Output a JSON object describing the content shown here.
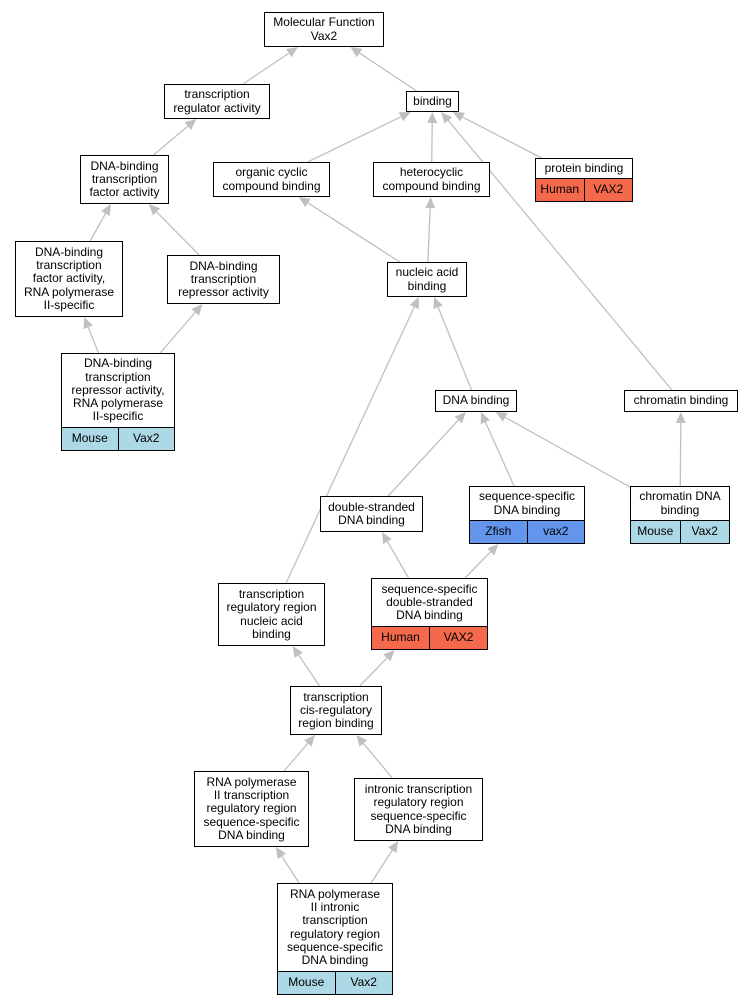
{
  "colors": {
    "edge": "#c0c0c0",
    "human": "#f4694c",
    "mouse": "#add8e6",
    "zfish": "#6495ed"
  },
  "nodes": {
    "mf": {
      "label": "Molecular Function\nVax2"
    },
    "tra": {
      "label": "transcription\nregulator activity"
    },
    "binding": {
      "label": "binding"
    },
    "dbtfa": {
      "label": "DNA-binding\ntranscription\nfactor activity"
    },
    "ocb": {
      "label": "organic cyclic\ncompound binding"
    },
    "hcb": {
      "label": "heterocyclic\ncompound binding"
    },
    "pb": {
      "label": "protein binding",
      "tags": [
        {
          "species": "Human",
          "gene": "VAX2",
          "color": "human"
        }
      ]
    },
    "dbtfa_pol2": {
      "label": "DNA-binding\ntranscription\nfactor activity,\nRNA polymerase\nII-specific"
    },
    "dbtra": {
      "label": "DNA-binding\ntranscription\nrepressor activity"
    },
    "nab": {
      "label": "nucleic acid\nbinding"
    },
    "dbtra_pol2": {
      "label": "DNA-binding\ntranscription\nrepressor activity,\nRNA polymerase\nII-specific",
      "tags": [
        {
          "species": "Mouse",
          "gene": "Vax2",
          "color": "mouse"
        }
      ]
    },
    "dnab": {
      "label": "DNA binding"
    },
    "chrb": {
      "label": "chromatin binding"
    },
    "dsdb": {
      "label": "double-stranded\nDNA binding"
    },
    "ssdb": {
      "label": "sequence-specific\nDNA binding",
      "tags": [
        {
          "species": "Zfish",
          "gene": "vax2",
          "color": "zfish"
        }
      ]
    },
    "chrdnab": {
      "label": "chromatin DNA\nbinding",
      "tags": [
        {
          "species": "Mouse",
          "gene": "Vax2",
          "color": "mouse"
        }
      ]
    },
    "trrnab": {
      "label": "transcription\nregulatory region\nnucleic acid\nbinding"
    },
    "ssdsdb": {
      "label": "sequence-specific\ndouble-stranded\nDNA binding",
      "tags": [
        {
          "species": "Human",
          "gene": "VAX2",
          "color": "human"
        }
      ]
    },
    "tcrrb": {
      "label": "transcription\ncis-regulatory\nregion binding"
    },
    "rp2trr": {
      "label": "RNA polymerase\nII transcription\nregulatory region\nsequence-specific\nDNA binding"
    },
    "itrr": {
      "label": "intronic transcription\nregulatory region\nsequence-specific\nDNA binding"
    },
    "rp2itrr": {
      "label": "RNA polymerase\nII intronic\ntranscription\nregulatory region\nsequence-specific\nDNA binding",
      "tags": [
        {
          "species": "Mouse",
          "gene": "Vax2",
          "color": "mouse"
        }
      ]
    }
  },
  "edges": [
    [
      "tra",
      "mf"
    ],
    [
      "binding",
      "mf"
    ],
    [
      "dbtfa",
      "tra"
    ],
    [
      "ocb",
      "binding"
    ],
    [
      "hcb",
      "binding"
    ],
    [
      "pb",
      "binding"
    ],
    [
      "chrb",
      "binding"
    ],
    [
      "dbtfa_pol2",
      "dbtfa"
    ],
    [
      "dbtra",
      "dbtfa"
    ],
    [
      "dbtra_pol2",
      "dbtfa_pol2"
    ],
    [
      "dbtra_pol2",
      "dbtra"
    ],
    [
      "nab",
      "ocb"
    ],
    [
      "nab",
      "hcb"
    ],
    [
      "dnab",
      "nab"
    ],
    [
      "trrnab",
      "nab"
    ],
    [
      "dsdb",
      "dnab"
    ],
    [
      "ssdb",
      "dnab"
    ],
    [
      "chrdnab",
      "dnab"
    ],
    [
      "chrdnab",
      "chrb"
    ],
    [
      "ssdsdb",
      "dsdb"
    ],
    [
      "ssdsdb",
      "ssdb"
    ],
    [
      "tcrrb",
      "trrnab"
    ],
    [
      "tcrrb",
      "ssdsdb"
    ],
    [
      "rp2trr",
      "tcrrb"
    ],
    [
      "itrr",
      "tcrrb"
    ],
    [
      "rp2itrr",
      "rp2trr"
    ],
    [
      "rp2itrr",
      "itrr"
    ]
  ]
}
